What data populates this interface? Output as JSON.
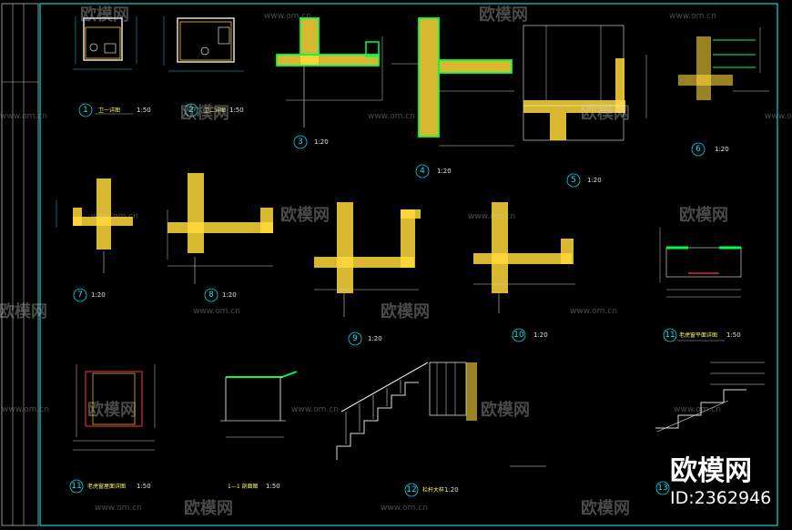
{
  "details": [
    {
      "num": "1",
      "title": "卫一详图",
      "scale": "1:50"
    },
    {
      "num": "2",
      "title": "卫二详图",
      "scale": "1:50"
    },
    {
      "num": "3",
      "title": "",
      "scale": "1:20"
    },
    {
      "num": "4",
      "title": "",
      "scale": "1:20"
    },
    {
      "num": "5",
      "title": "",
      "scale": "1:20"
    },
    {
      "num": "6",
      "title": "",
      "scale": "1:20"
    },
    {
      "num": "7",
      "title": "",
      "scale": "1:20"
    },
    {
      "num": "8",
      "title": "",
      "scale": "1:20"
    },
    {
      "num": "9",
      "title": "",
      "scale": "1:20"
    },
    {
      "num": "10",
      "title": "",
      "scale": "1:20"
    },
    {
      "num": "11",
      "title": "老虎窗平面详图",
      "scale": "1:50"
    },
    {
      "num": "11",
      "title": "老虎窗屋面详图",
      "scale": "1:50"
    },
    {
      "num": "",
      "title": "1—1 剖面图",
      "scale": "1:50"
    },
    {
      "num": "12",
      "title": "栏杆大样",
      "scale": "1:20"
    },
    {
      "num": "13",
      "title": "",
      "scale": ""
    }
  ],
  "watermark": {
    "brand": "欧模网",
    "url": "www.om.cn",
    "id": "ID:2362946"
  }
}
